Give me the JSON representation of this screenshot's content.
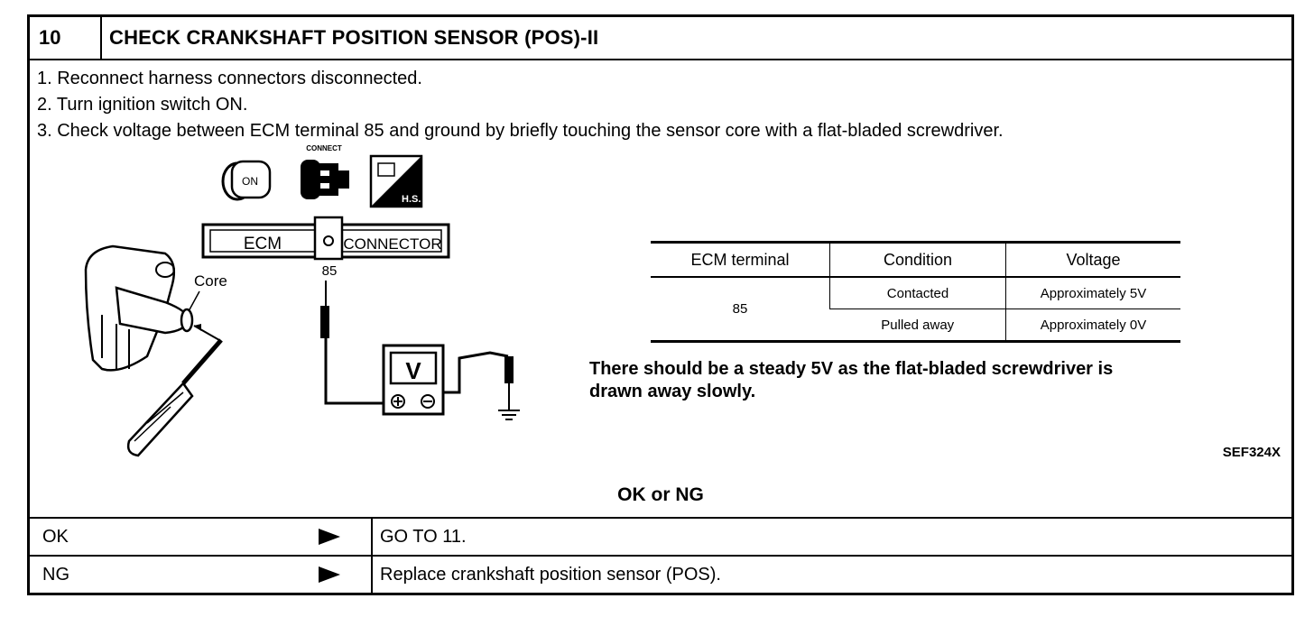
{
  "header": {
    "number": "10",
    "title": "CHECK CRANKSHAFT POSITION SENSOR (POS)-II"
  },
  "steps": [
    "1.  Reconnect harness connectors disconnected.",
    "2.  Turn ignition switch ON.",
    "3.  Check voltage between ECM terminal 85 and ground by briefly touching the sensor core with a flat-bladed screwdriver."
  ],
  "diagram": {
    "icon_connect": "CONNECT",
    "icon_on": "ON",
    "icon_hs": "H.S.",
    "ecm_label": "ECM",
    "connector_label": "CONNECTOR",
    "terminal": "85",
    "core_label": "Core",
    "meter_label": "V"
  },
  "voltage_table": {
    "headers": [
      "ECM terminal",
      "Condition",
      "Voltage"
    ],
    "terminal": "85",
    "rows": [
      {
        "condition": "Contacted",
        "voltage": "Approximately 5V"
      },
      {
        "condition": "Pulled away",
        "voltage": "Approximately 0V"
      }
    ]
  },
  "note": {
    "line1": "There should be a steady 5V as the flat-bladed screwdriver is",
    "line2": "drawn away slowly."
  },
  "reference": "SEF324X",
  "decision": {
    "title": "OK or NG",
    "ok_label": "OK",
    "ok_action": "GO TO 11.",
    "ng_label": "NG",
    "ng_action": "Replace crankshaft position sensor (POS)."
  }
}
